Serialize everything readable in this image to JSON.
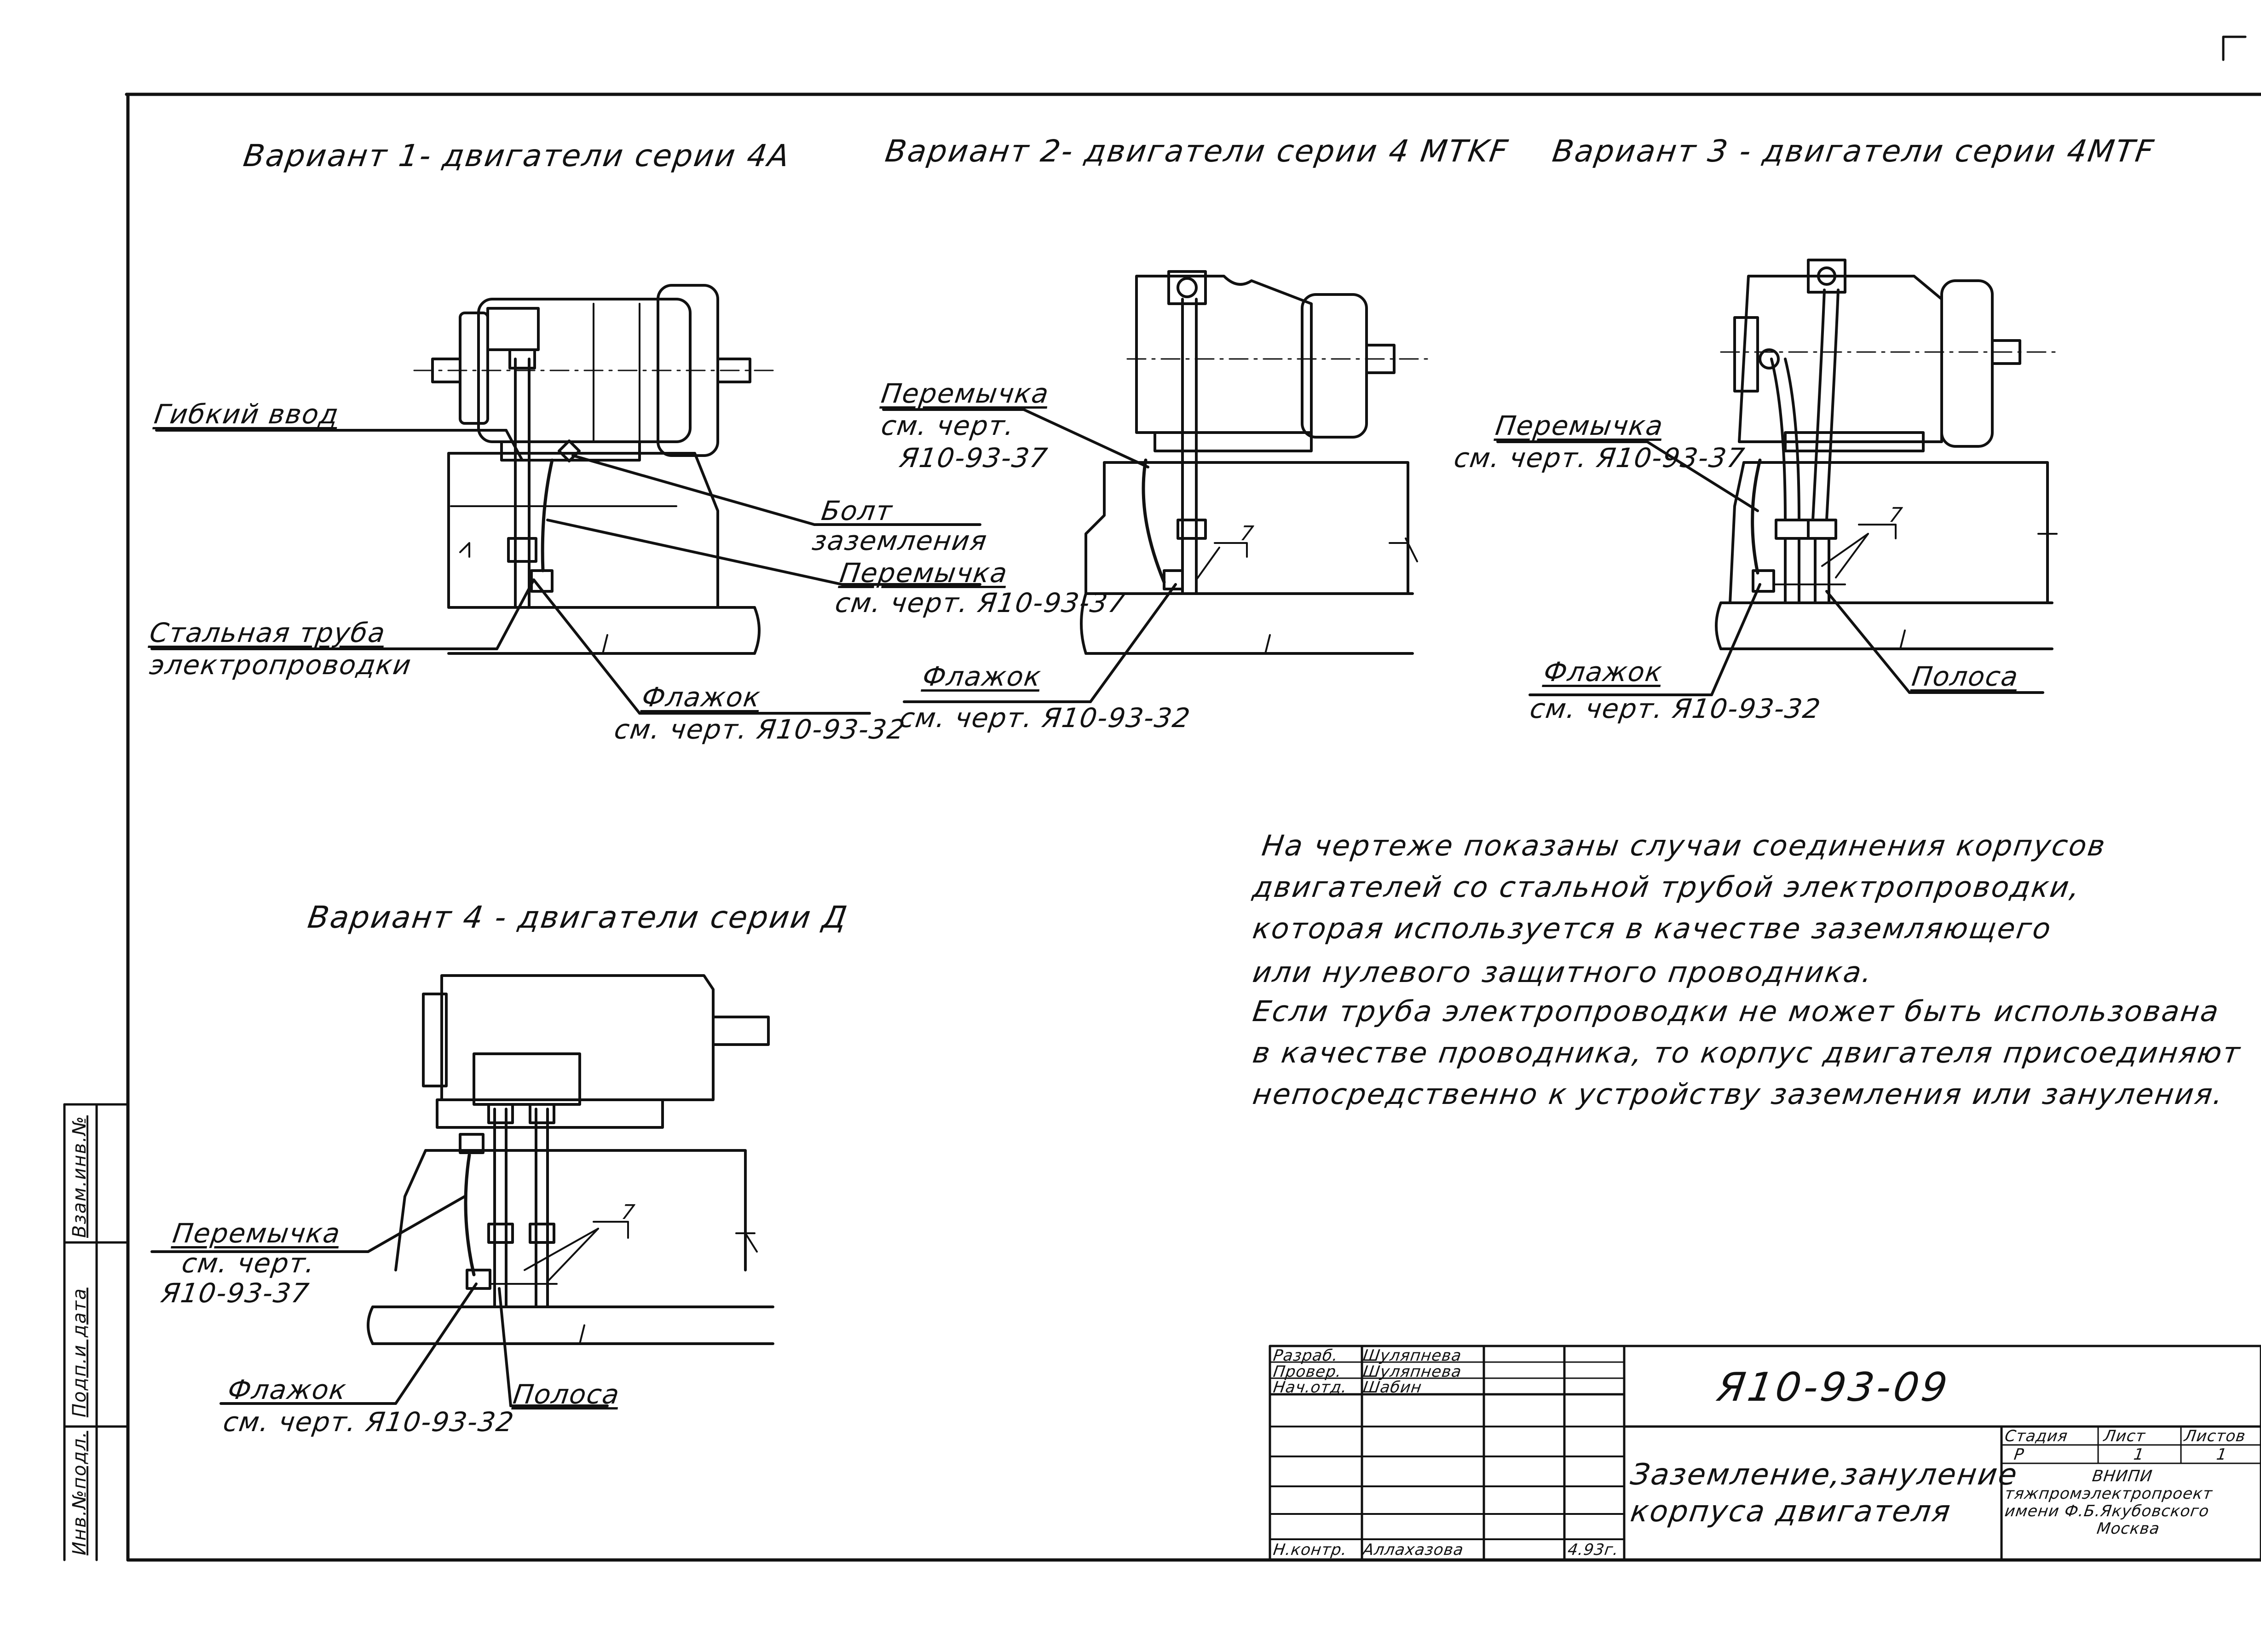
{
  "variants": {
    "v1": {
      "title": "Вариант 1- двигатели серии 4А",
      "labels": {
        "flex_entry": "Гибкий ввод",
        "bolt_line1": "Болт",
        "bolt_line2": "заземления",
        "jumper_line1": "Перемычка",
        "jumper_line2": "см. черт. Я10-93-37",
        "steel_pipe_line1": "Стальная труба",
        "steel_pipe_line2": "электропроводки",
        "flag_line1": "Флажок",
        "flag_line2": "см. черт. Я10-93-32"
      }
    },
    "v2": {
      "title": "Вариант 2- двигатели серии 4 MTKF",
      "labels": {
        "jumper_line1": "Перемычка",
        "jumper_line2": "см. черт.",
        "jumper_line3": "Я10-93-37",
        "flag_line1": "Флажок",
        "flag_line2": "см. черт. Я10-93-32",
        "mark": "7"
      }
    },
    "v3": {
      "title": "Вариант 3 - двигатели серии 4MTF",
      "labels": {
        "jumper_line1": "Перемычка",
        "jumper_line2": "см. черт. Я10-93-37",
        "flag_line1": "Флажок",
        "flag_line2": "см. черт. Я10-93-32",
        "strip": "Полоса",
        "mark": "7"
      }
    },
    "v4": {
      "title": "Вариант 4 - двигатели серии Д",
      "labels": {
        "jumper_line1": "Перемычка",
        "jumper_line2": "см. черт.",
        "jumper_line3": "Я10-93-37",
        "flag_line1": "Флажок",
        "flag_line2": "см. черт. Я10-93-32",
        "strip": "Полоса",
        "mark": "7"
      }
    }
  },
  "note": {
    "line1": "На чертеже показаны случаи соединения корпусов",
    "line2": "двигателей со стальной трубой электропроводки,",
    "line3": "которая используется в качестве заземляющего",
    "line4": "или нулевого защитного проводника.",
    "line5": "Если труба электропроводки не может быть использована",
    "line6": "в качестве проводника, то корпус двигателя присоединяют",
    "line7": "непосредственно к устройству заземления или зануления."
  },
  "title_block": {
    "drawing_code": "Я10-93-09",
    "drawing_name_line1": "Заземление,зануление",
    "drawing_name_line2": "корпуса двигателя",
    "rows": [
      {
        "role": "Разраб.",
        "name": "Шуляпнева"
      },
      {
        "role": "Провер.",
        "name": "Шуляпнева"
      },
      {
        "role": "Нач.отд.",
        "name": "Шабин"
      },
      {
        "role": "Н.контр.",
        "name": "Аллахазова"
      }
    ],
    "date": "4.93г.",
    "stage_header": "Стадия",
    "sheet_header": "Лист",
    "sheets_header": "Листов",
    "stage_value": "Р",
    "sheet_value": "1",
    "sheets_value": "1",
    "org_line1": "ВНИПИ",
    "org_line2": "тяжпромэлектропроект",
    "org_line3": "имени Ф.Б.Якубовского",
    "org_line4": "Москва"
  },
  "side_stamp": {
    "cell1": "Инв.№подл.",
    "cell2": "Подп.и дата",
    "cell3": "Взам.инв.№"
  }
}
